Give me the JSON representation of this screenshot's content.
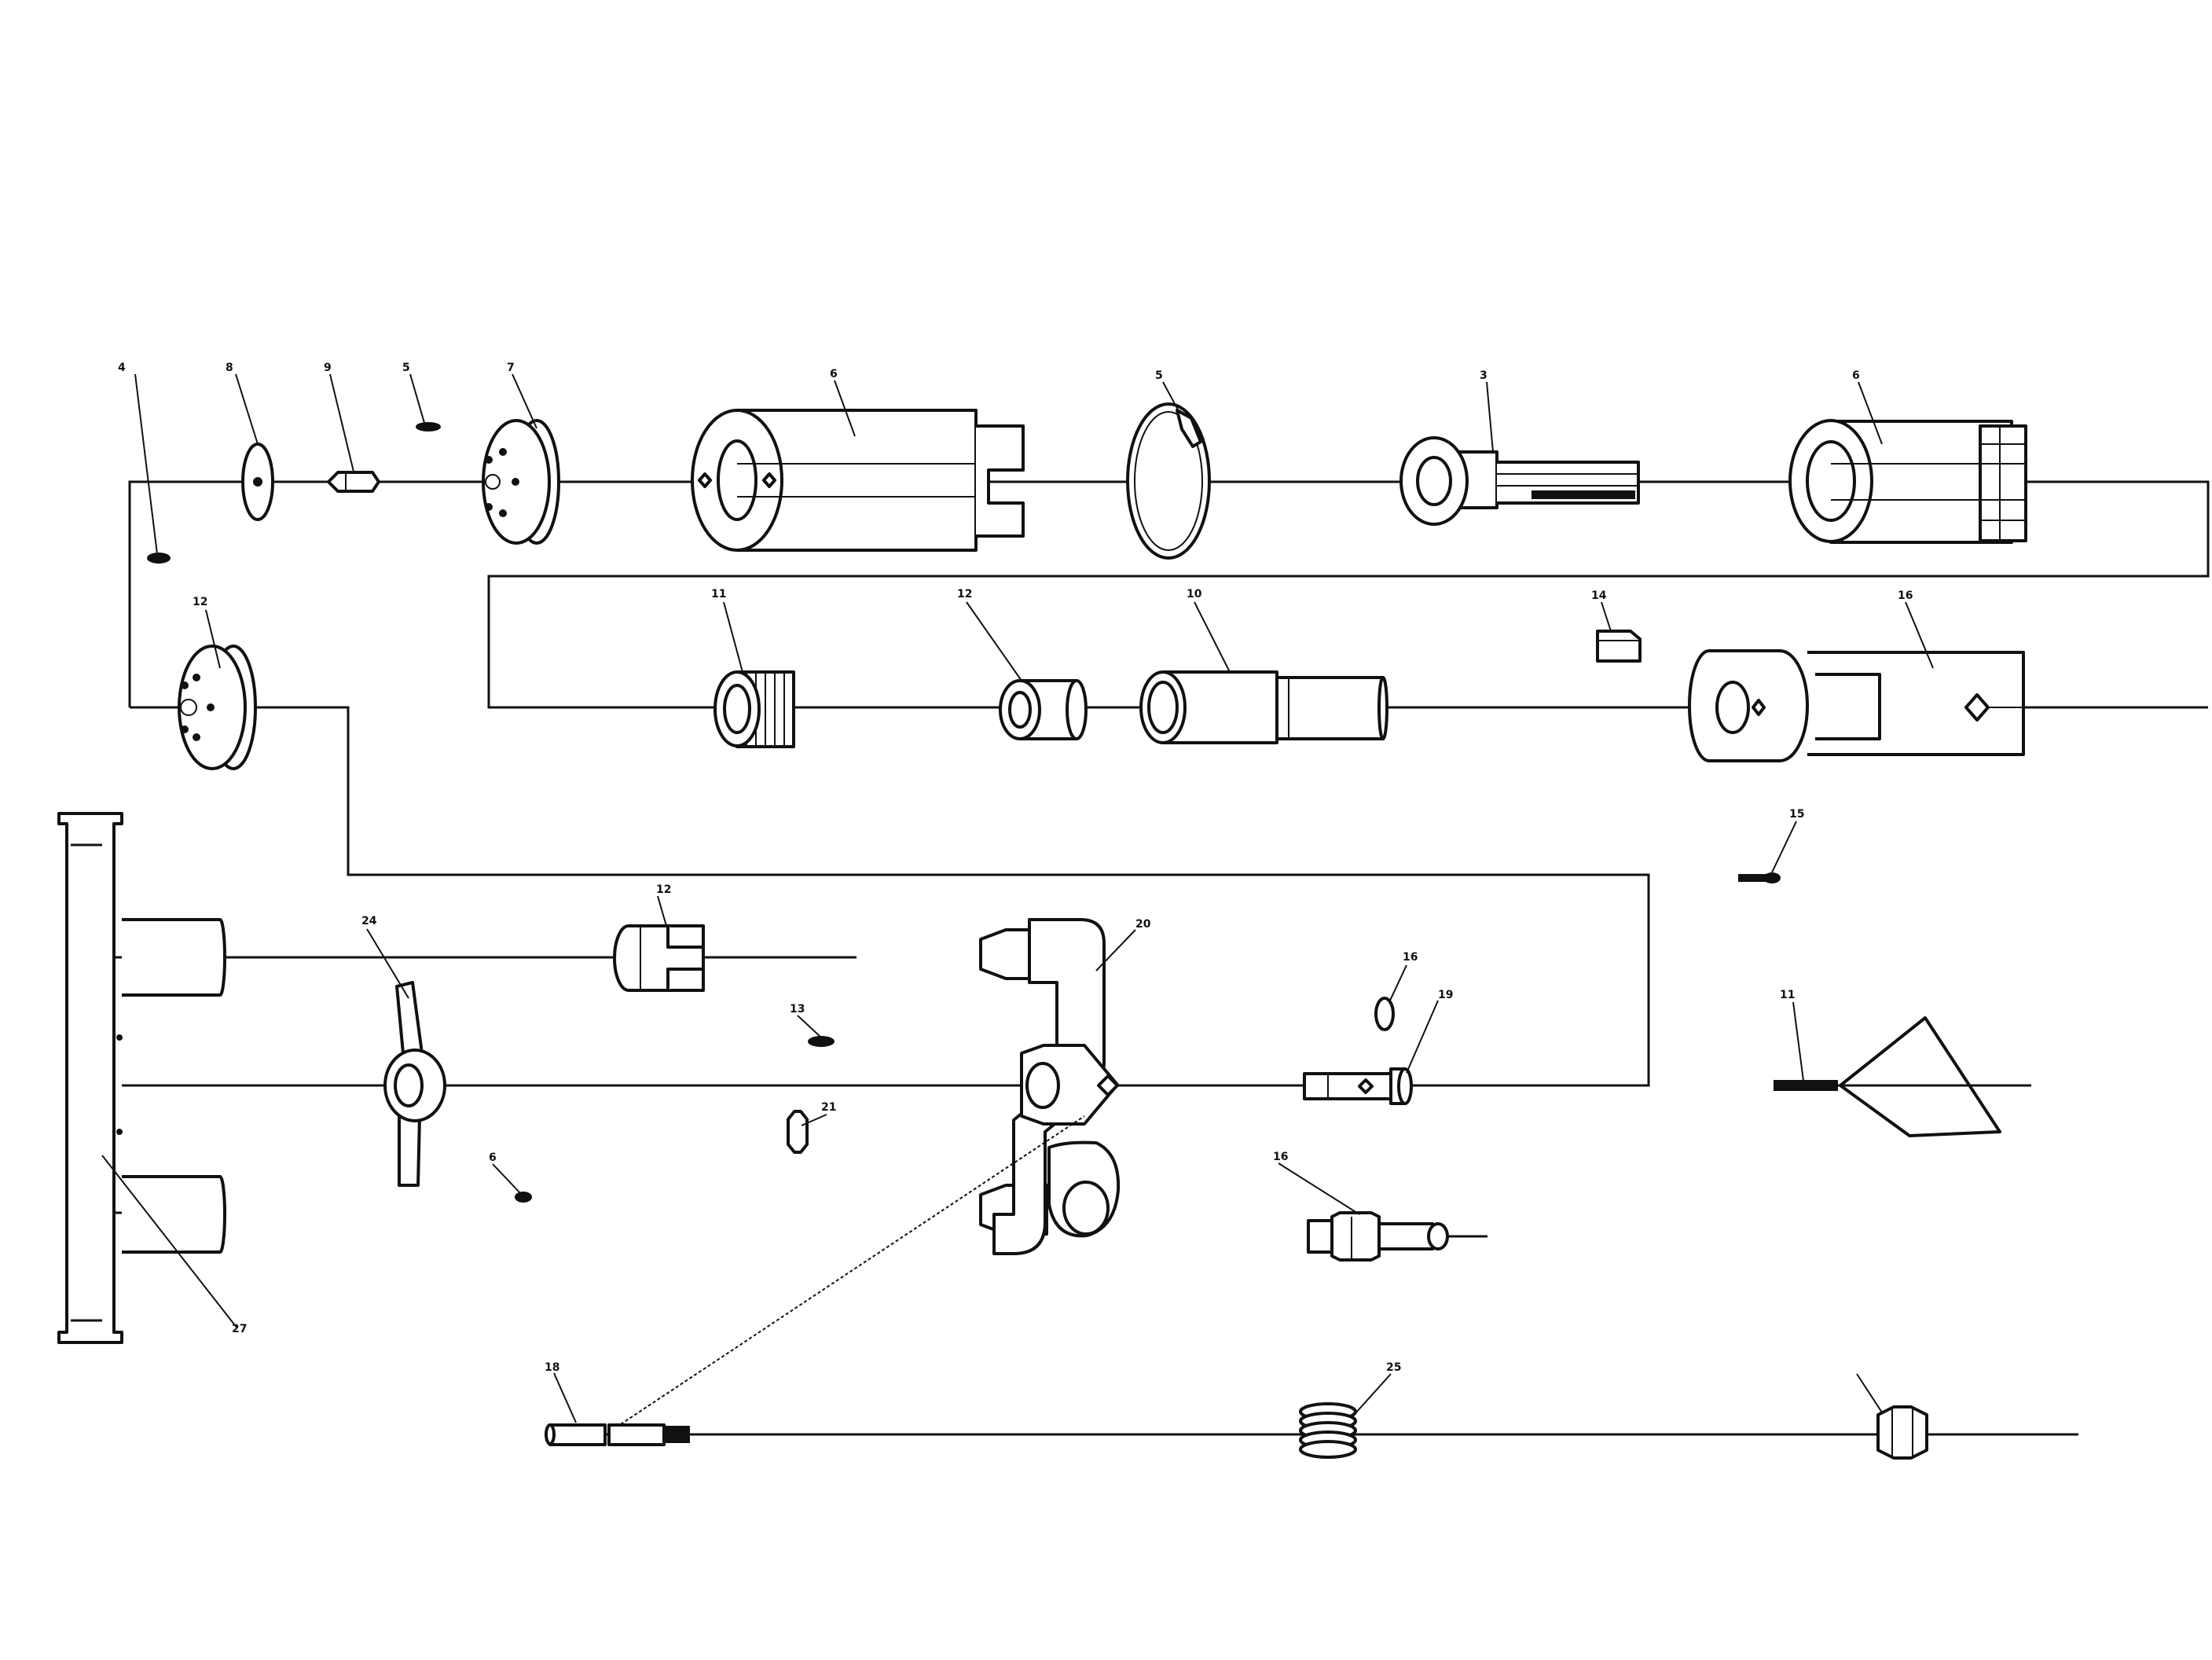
{
  "diagram": {
    "type": "exploded-parts-view",
    "line_color": "#111111",
    "background": "#ffffff",
    "callouts": [
      "4",
      "8",
      "9",
      "5",
      "7",
      "6",
      "5",
      "3",
      "6",
      "12",
      "11",
      "12",
      "10",
      "14",
      "16",
      "15",
      "12",
      "24",
      "20",
      "16",
      "19",
      "13",
      "21",
      "6",
      "11",
      "27",
      "16",
      "18",
      "25"
    ]
  }
}
